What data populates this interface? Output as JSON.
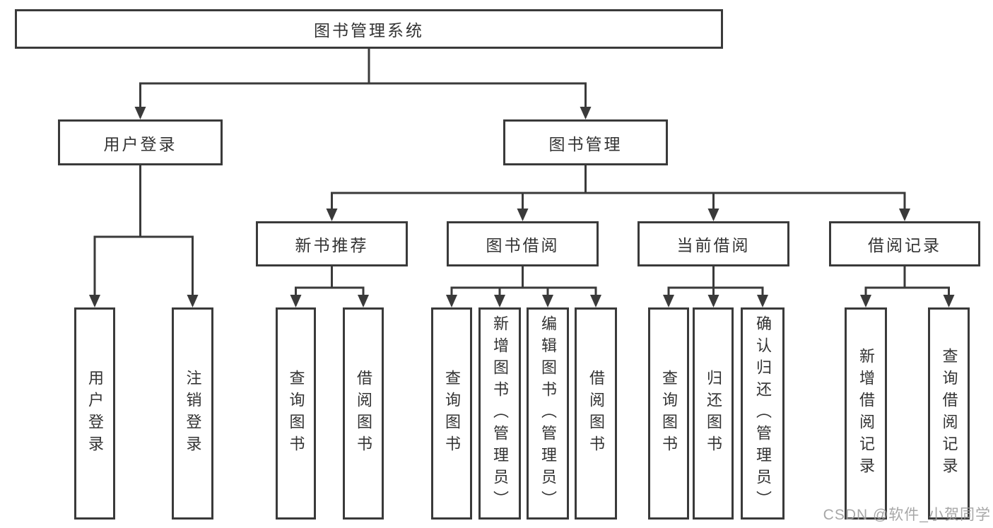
{
  "diagram": {
    "root": {
      "label": "图书管理系统",
      "children": [
        {
          "label": "用户登录",
          "children": [
            {
              "label": "用户登录"
            },
            {
              "label": "注销登录"
            }
          ]
        },
        {
          "label": "图书管理",
          "children": [
            {
              "label": "新书推荐",
              "children": [
                {
                  "label": "查询图书"
                },
                {
                  "label": "借阅图书"
                }
              ]
            },
            {
              "label": "图书借阅",
              "children": [
                {
                  "label": "查询图书"
                },
                {
                  "label": "新增图书（管理员）"
                },
                {
                  "label": "编辑图书（管理员）"
                },
                {
                  "label": "借阅图书"
                }
              ]
            },
            {
              "label": "当前借阅",
              "children": [
                {
                  "label": "查询图书"
                },
                {
                  "label": "归还图书"
                },
                {
                  "label": "确认归还（管理员）"
                }
              ]
            },
            {
              "label": "借阅记录",
              "children": [
                {
                  "label": "新增借阅记录"
                },
                {
                  "label": "查询借阅记录"
                }
              ]
            }
          ]
        }
      ]
    }
  },
  "watermark": {
    "text": "CSDN @软件_小贺同学"
  },
  "colors": {
    "line": "#3a3a3a",
    "text": "#333333",
    "box_fill": "#ffffff",
    "watermark": "#9e9e9e",
    "background": "#ffffff"
  }
}
